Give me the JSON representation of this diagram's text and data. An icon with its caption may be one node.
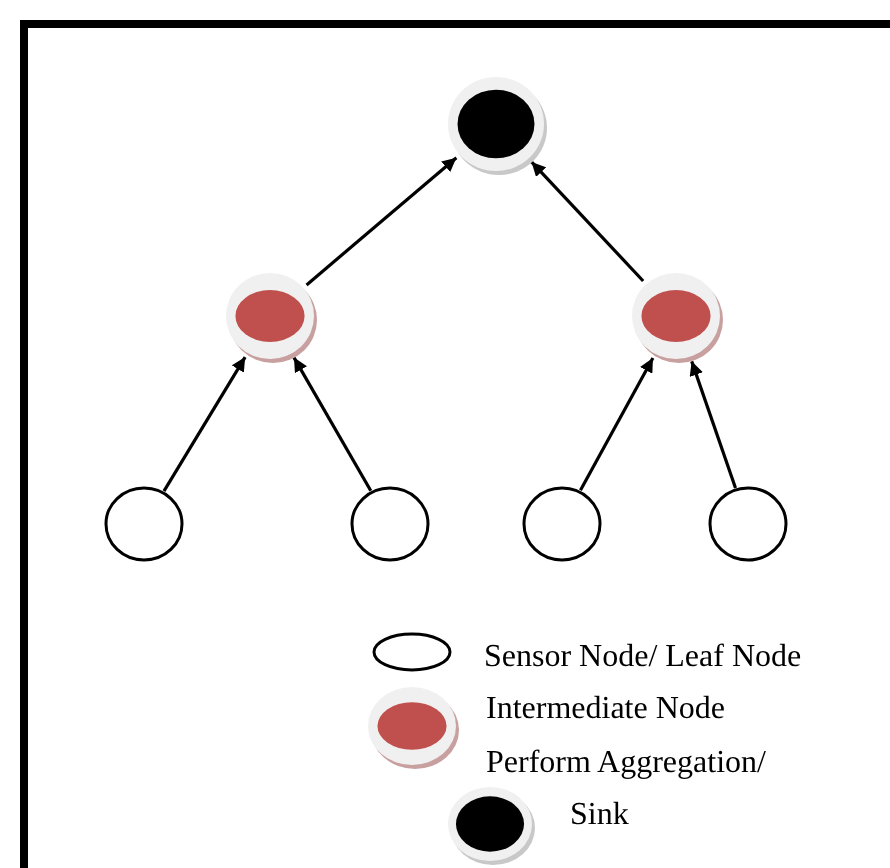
{
  "diagram": {
    "nodes": [
      {
        "text": [],
        "shape": "circle"
      },
      {
        "text": [],
        "shape": "circle"
      },
      {
        "text": [],
        "shape": "circle"
      },
      {
        "text": [],
        "shape": "circle"
      },
      {
        "text": [],
        "shape": "circle"
      },
      {
        "text": [],
        "shape": "circle"
      },
      {
        "text": [],
        "shape": "circle"
      }
    ],
    "edges": [
      {
        "from": 1,
        "to": 0,
        "arrow": "to"
      },
      {
        "from": 2,
        "to": 0,
        "arrow": "to"
      },
      {
        "from": 3,
        "to": 1,
        "arrow": "to"
      },
      {
        "from": 4,
        "to": 1,
        "arrow": "to"
      },
      {
        "from": 5,
        "to": 2,
        "arrow": "to"
      },
      {
        "from": 6,
        "to": 2,
        "arrow": "to"
      }
    ],
    "legend": [
      {
        "text": "Sensor Node/ Leaf Node"
      },
      {
        "text": "Intermediate Node Perform Aggregation/"
      },
      {
        "text": "Sink"
      }
    ]
  }
}
